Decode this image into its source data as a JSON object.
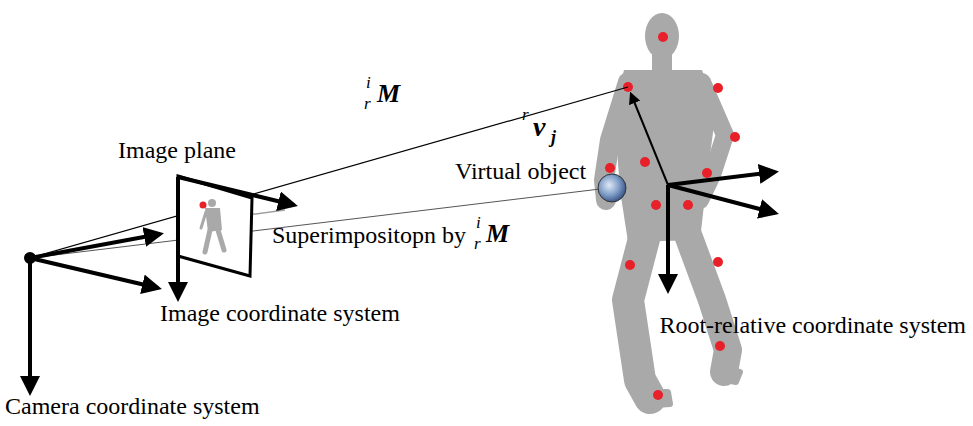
{
  "diagram": {
    "labels": [
      "i",
      "r",
      "M",
      "Image plane",
      "r",
      "v",
      "j",
      "Virtual object",
      "Superimpositopn by",
      "i",
      "r",
      "M",
      "Image coordinate system",
      "Root-relative coordinate system",
      "Camera coordinate system"
    ]
  }
}
